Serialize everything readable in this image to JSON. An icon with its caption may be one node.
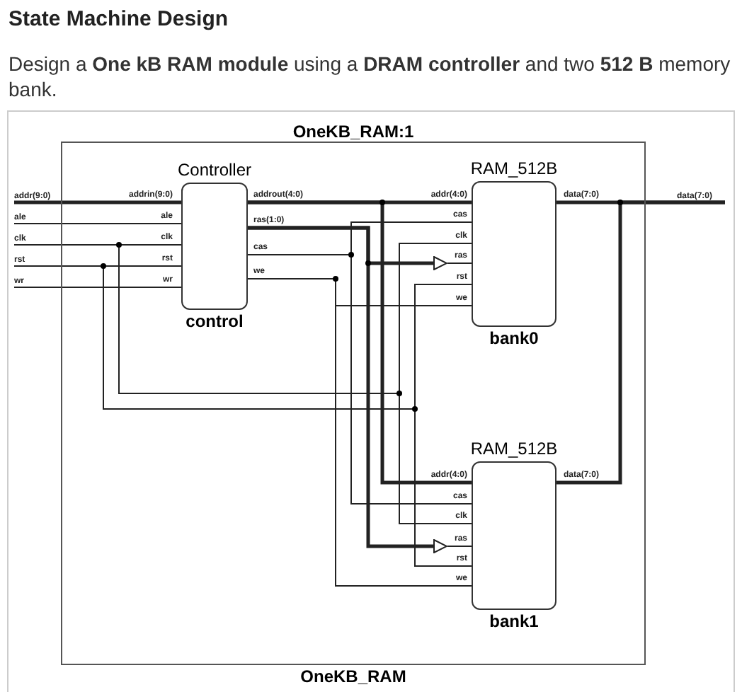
{
  "diagram": {
    "title": "State Machine Design",
    "caption": "Design a **One kB RAM module** using a **DRAM controller** and two **512 B** memory bank.",
    "nodes": [
      {
        "text": [
          "OneKB_RAM:1",
          "OneKB_RAM"
        ]
      },
      {
        "text": [
          "Controller",
          "control"
        ],
        "in": 0
      },
      {
        "text": [
          "RAM_512B",
          "bank0"
        ],
        "in": 0
      },
      {
        "text": [
          "RAM_512B",
          "bank1"
        ],
        "in": 0
      },
      {
        "text": [
          "addr(9:0)"
        ]
      },
      {
        "text": [
          "ale"
        ]
      },
      {
        "text": [
          "clk"
        ]
      },
      {
        "text": [
          "rst"
        ]
      },
      {
        "text": [
          "wr"
        ]
      },
      {
        "text": [
          "data(7:0)"
        ]
      },
      {
        "text": [],
        "shape": "triangle",
        "in": 0
      },
      {
        "text": [],
        "shape": "triangle",
        "in": 0
      }
    ],
    "edges": [
      {
        "from": 4,
        "to": 1,
        "arrow": "none",
        "style": "thick"
      },
      {
        "from": 5,
        "to": 1,
        "arrow": "none"
      },
      {
        "from": 6,
        "to": 1,
        "arrow": "none"
      },
      {
        "from": 7,
        "to": 1,
        "arrow": "none"
      },
      {
        "from": 8,
        "to": 1,
        "arrow": "none"
      },
      {
        "from": 1,
        "to": 2,
        "arrow": "none",
        "style": "thick"
      },
      {
        "from": 1,
        "to": 3,
        "arrow": "none",
        "style": "thick"
      },
      {
        "from": 1,
        "to": 2,
        "arrow": "none"
      },
      {
        "from": 1,
        "to": 3,
        "arrow": "none"
      },
      {
        "from": 1,
        "to": 10,
        "arrow": "none",
        "style": "thick"
      },
      {
        "from": 10,
        "to": 2,
        "arrow": "none"
      },
      {
        "from": 1,
        "to": 11,
        "arrow": "none",
        "style": "thick"
      },
      {
        "from": 11,
        "to": 3,
        "arrow": "none"
      },
      {
        "from": 1,
        "to": 2,
        "arrow": "none"
      },
      {
        "from": 1,
        "to": 3,
        "arrow": "none"
      },
      {
        "from": 6,
        "to": 2,
        "arrow": "none"
      },
      {
        "from": 6,
        "to": 3,
        "arrow": "none"
      },
      {
        "from": 7,
        "to": 2,
        "arrow": "none"
      },
      {
        "from": 7,
        "to": 3,
        "arrow": "none"
      },
      {
        "from": 2,
        "to": 9,
        "arrow": "none",
        "style": "thick"
      },
      {
        "from": 3,
        "to": 9,
        "arrow": "none",
        "style": "thick"
      }
    ],
    "labels": [
      "addrin(9:0)",
      "ale",
      "clk",
      "rst",
      "wr",
      "addrout(4:0)",
      "ras(1:0)",
      "cas",
      "we",
      "addr(4:0)",
      "cas",
      "clk",
      "ras",
      "rst",
      "we",
      "data(7:0)",
      "addr(4:0)",
      "cas",
      "clk",
      "ras",
      "rst",
      "we",
      "data(7:0)"
    ]
  }
}
